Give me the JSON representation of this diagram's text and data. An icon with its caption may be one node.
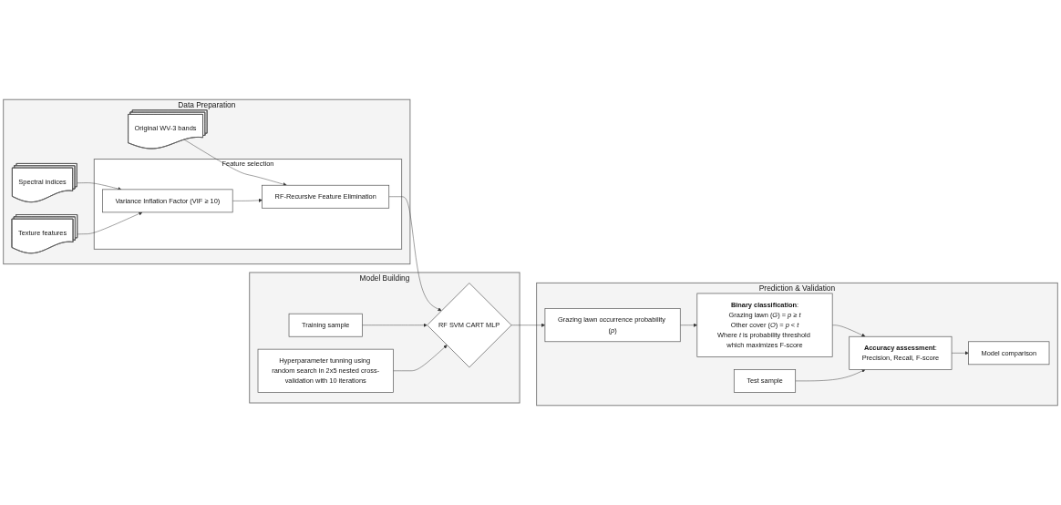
{
  "diagram": {
    "nodes": [
      {
        "text": [
          "Data Preparation"
        ]
      },
      {
        "text": [
          "Original WV-3 bands"
        ],
        "in": 0
      },
      {
        "text": [
          "Spectral indices"
        ],
        "in": 0
      },
      {
        "text": [
          "Texture features"
        ],
        "in": 0
      },
      {
        "text": [
          "Feature selection"
        ],
        "in": 0
      },
      {
        "text": [
          "Variance Inflation Factor (VIF ≥ 10)"
        ],
        "in": 4
      },
      {
        "text": [
          "RF-Recursive Feature Elimination"
        ],
        "in": 4
      },
      {
        "text": [
          "Model Building"
        ]
      },
      {
        "text": [
          "Training sample"
        ],
        "in": 7
      },
      {
        "text": [
          "RF SVM CART MLP"
        ],
        "in": 7
      },
      {
        "text": [
          "Hyperparameter tunning using random search in 2x5 nested cross-validation with 10 iterations"
        ],
        "in": 7
      },
      {
        "text": [
          "Prediction & Validation"
        ]
      },
      {
        "text": [
          "Grazing lawn occurrence probability (*p*)"
        ],
        "in": 11
      },
      {
        "text": [
          "**Binary classification**:",
          "Grazing lawn (*G*) = *p* ≥ *t*",
          "Other cover (*O*) = *p* < *t*",
          "Where *t* is probability threshold which maximizes F-score"
        ],
        "in": 11
      },
      {
        "text": [
          "**Accuracy assessment**:",
          "Precision, Recall, F-score"
        ],
        "in": 11
      },
      {
        "text": [
          "Test sample"
        ],
        "in": 11
      },
      {
        "text": [
          "Model comparison"
        ],
        "in": 11
      }
    ],
    "edges": [
      {
        "from": 1,
        "to": 6,
        "arrow": "to"
      },
      {
        "from": 2,
        "to": 5,
        "arrow": "to"
      },
      {
        "from": 3,
        "to": 5,
        "arrow": "to"
      },
      {
        "from": 5,
        "to": 6,
        "arrow": "to"
      },
      {
        "from": 6,
        "to": 9,
        "arrow": "to"
      },
      {
        "from": 8,
        "to": 9,
        "arrow": "to"
      },
      {
        "from": 10,
        "to": 9,
        "arrow": "to"
      },
      {
        "from": 9,
        "to": 12,
        "arrow": "to"
      },
      {
        "from": 12,
        "to": 13,
        "arrow": "to"
      },
      {
        "from": 13,
        "to": 14,
        "arrow": "to"
      },
      {
        "from": 15,
        "to": 14,
        "arrow": "to"
      },
      {
        "from": 14,
        "to": 16,
        "arrow": "to"
      }
    ]
  }
}
